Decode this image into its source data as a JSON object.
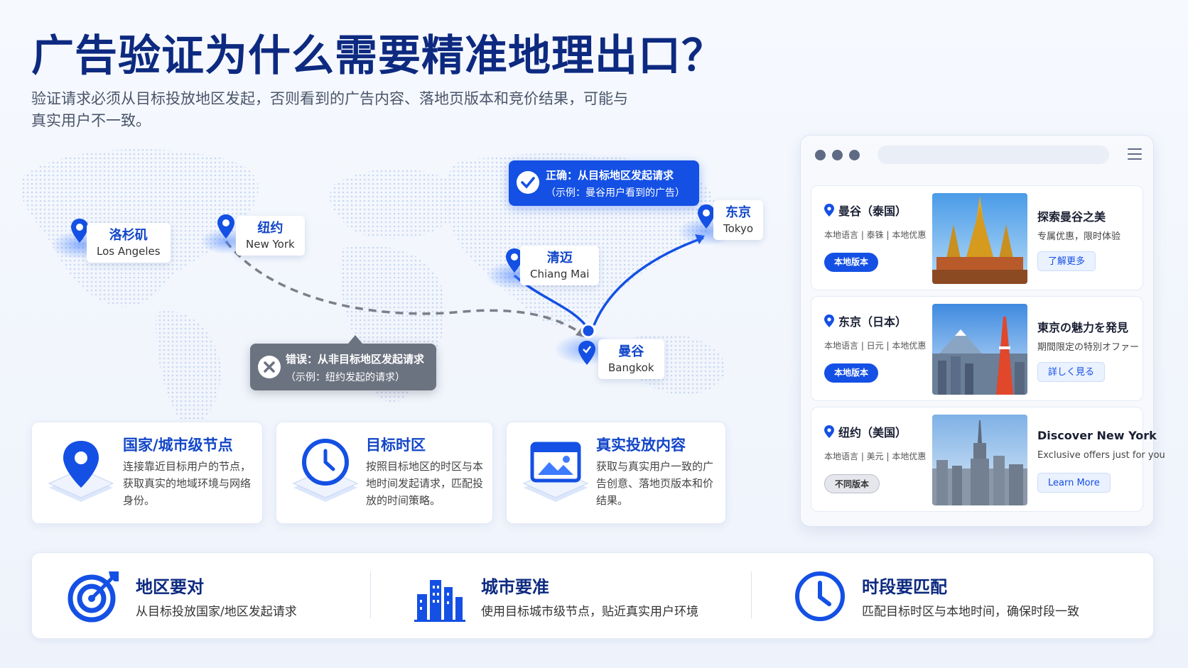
{
  "title": "广告验证为什么需要精准地理出口？",
  "subtitle": "验证请求必须从目标投放地区发起，否则看到的广告内容、落地页版本和竞价结果，可能与真实用户不一致。",
  "map": {
    "cities": {
      "la": {
        "cn": "洛杉矶",
        "en": "Los Angeles"
      },
      "ny": {
        "cn": "纽约",
        "en": "New York"
      },
      "cm": {
        "cn": "清迈",
        "en": "Chiang Mai"
      },
      "tokyo": {
        "cn": "东京",
        "en": "Tokyo"
      },
      "bkk": {
        "cn": "曼谷",
        "en": "Bangkok"
      }
    },
    "correct": {
      "line1": "正确：从目标地区发起请求",
      "line2": "（示例：曼谷用户看到的广告）"
    },
    "wrong": {
      "line1": "错误：从非目标地区发起请求",
      "line2": "（示例：纽约发起的请求）"
    }
  },
  "features": [
    {
      "title": "国家/城市级节点",
      "desc": "连接靠近目标用户的节点，获取真实的地域环境与网络身份。",
      "icon": "location-pin-icon"
    },
    {
      "title": "目标时区",
      "desc": "按照目标地区的时区与本地时间发起请求，匹配投放的时间策略。",
      "icon": "clock-icon"
    },
    {
      "title": "真实投放内容",
      "desc": "获取与真实用户一致的广告创意、落地页版本和价结果。",
      "icon": "image-window-icon"
    }
  ],
  "results": [
    {
      "location": "曼谷（泰国）",
      "meta": "本地语言 | 泰铢 | 本地优惠",
      "badge": "本地版本",
      "badge_type": "local",
      "headline": "探索曼谷之美",
      "sub": "专属优惠，限时体验",
      "button": "了解更多",
      "image": "bangkok-temple"
    },
    {
      "location": "东京（日本）",
      "meta": "本地语言 | 日元 | 本地优惠",
      "badge": "本地版本",
      "badge_type": "local",
      "headline": "東京の魅力を発見",
      "sub": "期間限定の特別オファー",
      "button": "詳しく見る",
      "image": "tokyo-skyline"
    },
    {
      "location": "纽约（美国）",
      "meta": "本地语言 | 美元 | 本地优惠",
      "badge": "不同版本",
      "badge_type": "different",
      "headline": "Discover New York",
      "sub": "Exclusive offers just for you",
      "button": "Learn More",
      "image": "new-york-skyline"
    }
  ],
  "bottom": [
    {
      "title": "地区要对",
      "desc": "从目标投放国家/地区发起请求",
      "icon": "target-icon"
    },
    {
      "title": "城市要准",
      "desc": "使用目标城市级节点，贴近真实用户环境",
      "icon": "city-buildings-icon"
    },
    {
      "title": "时段要匹配",
      "desc": "匹配目标时区与本地时间，确保时段一致",
      "icon": "clock-icon"
    }
  ],
  "colors": {
    "primary": "#1450e4",
    "title": "#0d2a80",
    "wrong": "#6c7380"
  }
}
